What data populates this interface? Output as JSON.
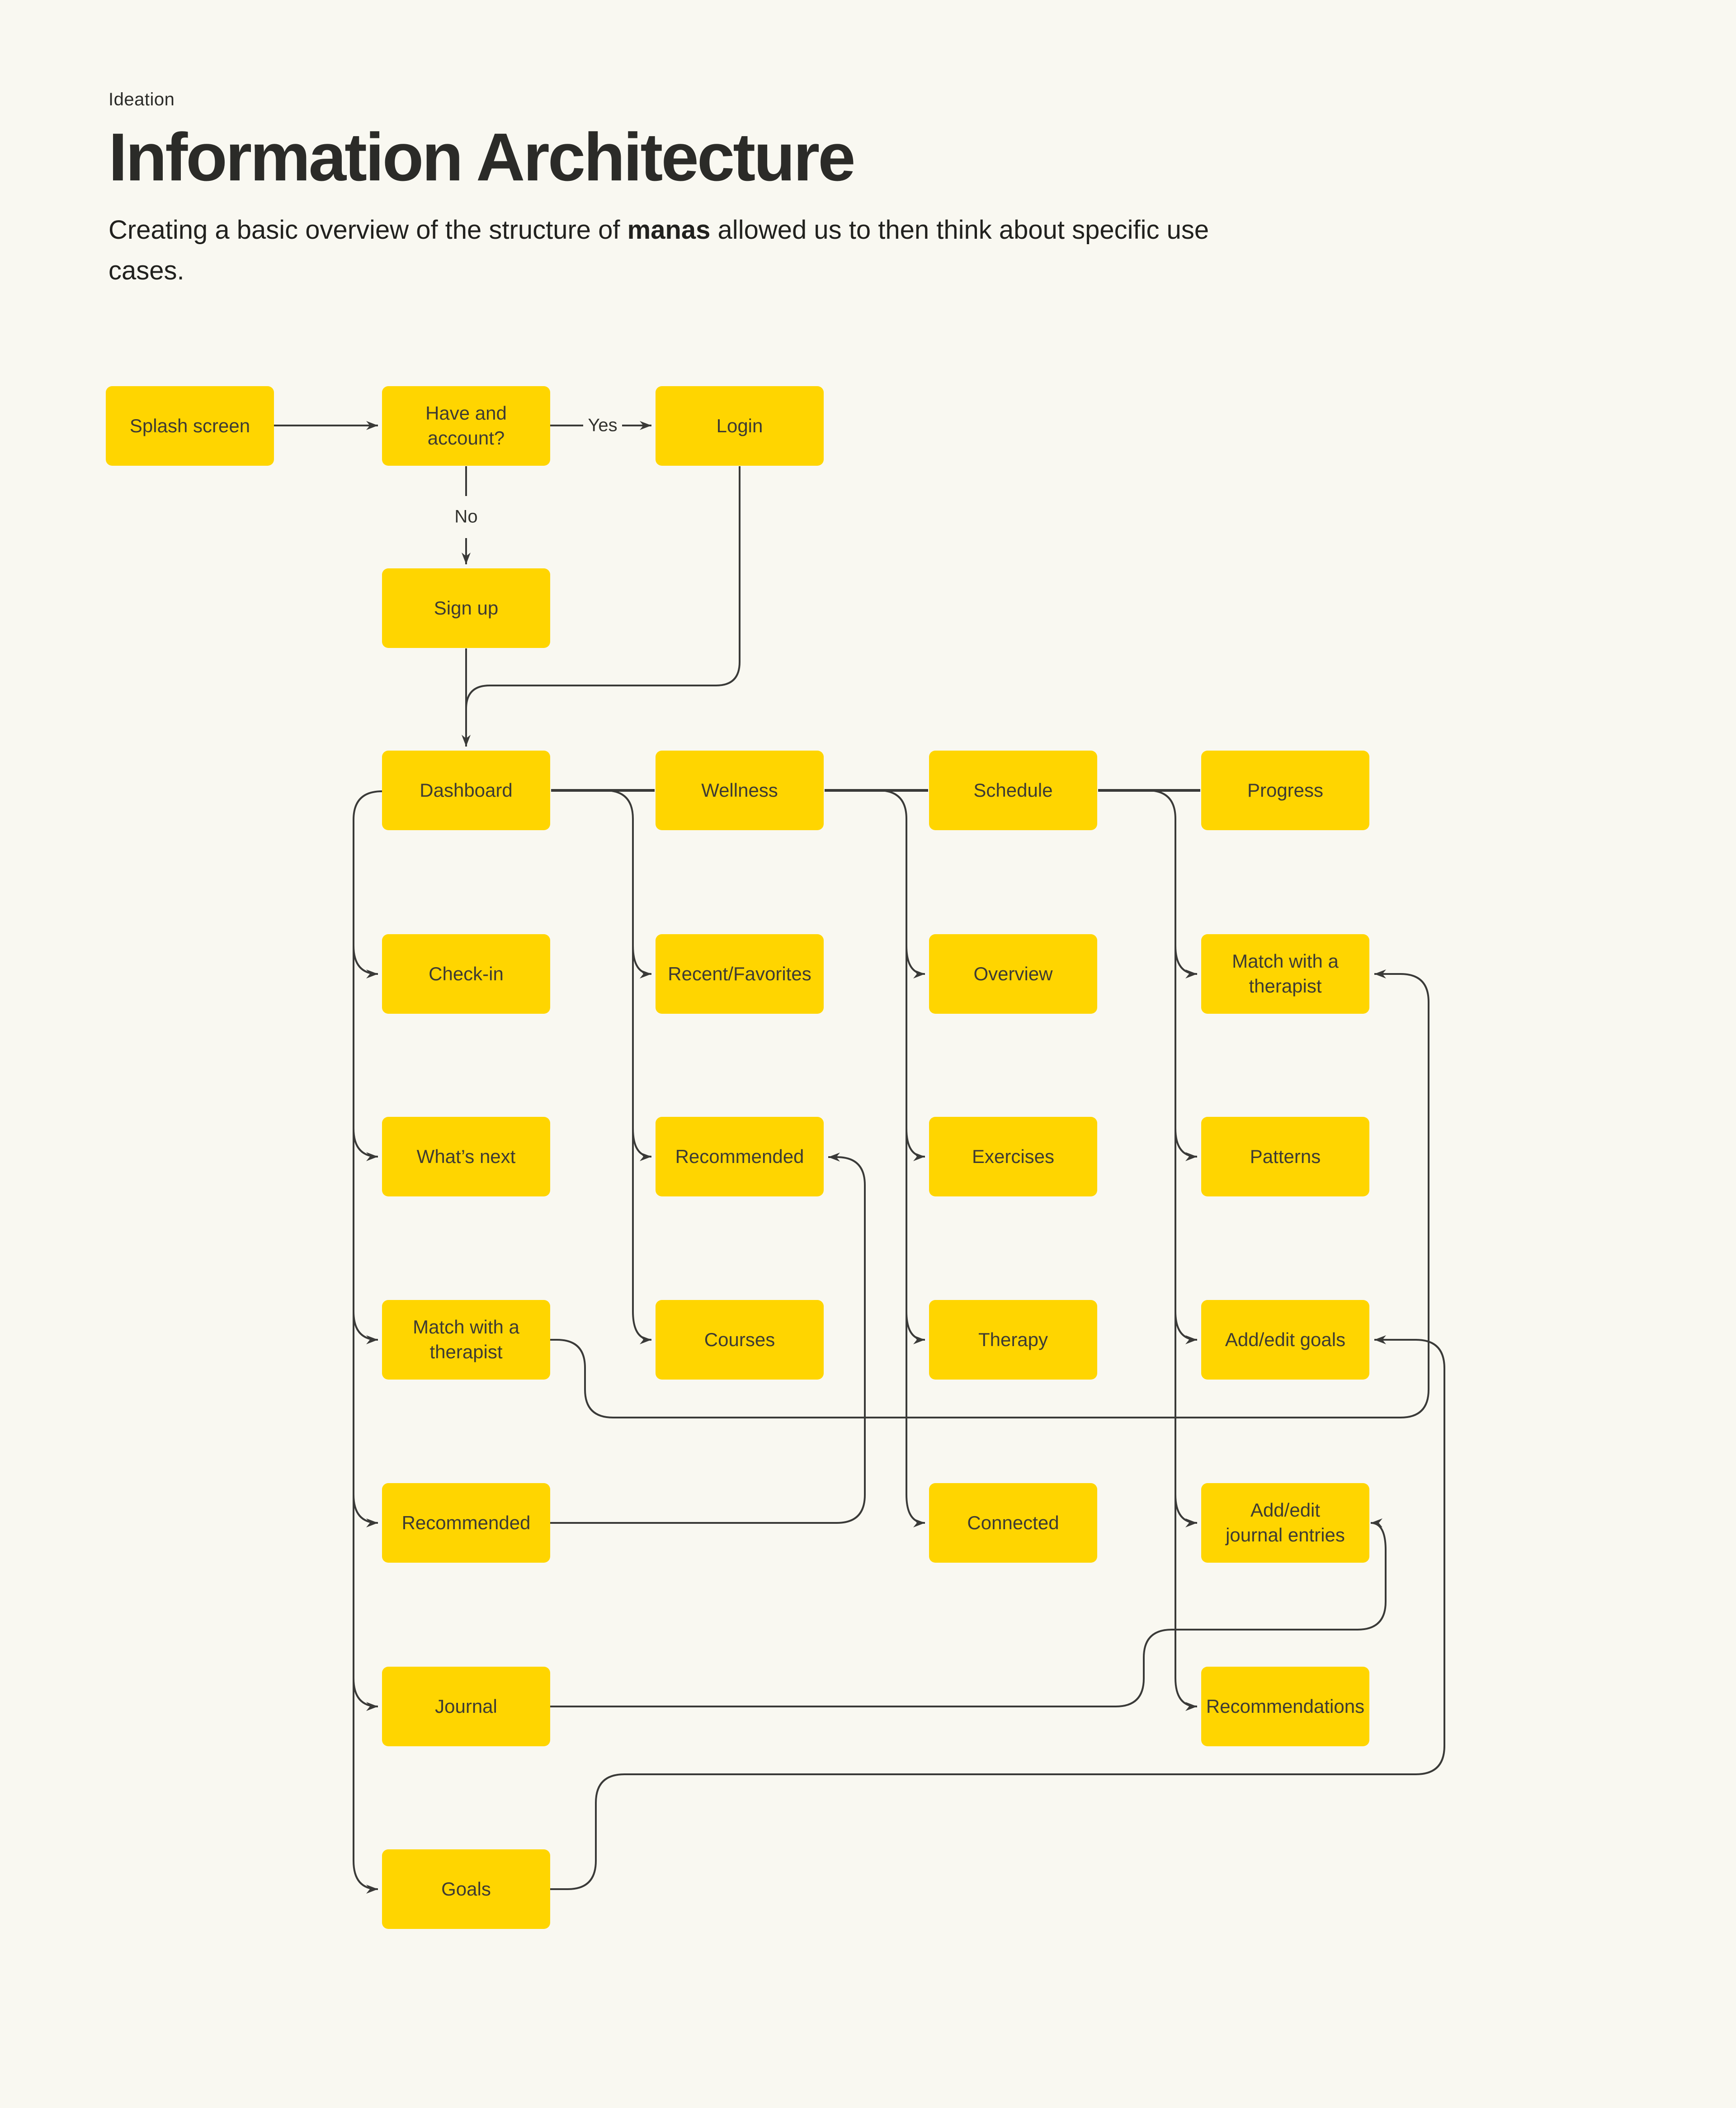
{
  "header": {
    "eyebrow": "Ideation",
    "title": "Information Architecture",
    "subtitle_prefix": "Creating a basic overview of the structure of ",
    "subtitle_brand": "manas",
    "subtitle_suffix": " allowed us to then think about specific use cases."
  },
  "edge_labels": {
    "yes": "Yes",
    "no": "No"
  },
  "nodes": {
    "splash": "Splash screen",
    "have_account": "Have and account?",
    "login": "Login",
    "signup": "Sign up",
    "dashboard": "Dashboard",
    "wellness": "Wellness",
    "schedule": "Schedule",
    "progress": "Progress",
    "checkin": "Check-in",
    "whats_next": "What’s next",
    "match_dash": "Match with a therapist",
    "recommended_dash": "Recommended",
    "journal": "Journal",
    "goals": "Goals",
    "recent_favorites": "Recent/Favorites",
    "recommended_wellness": "Recommended",
    "courses": "Courses",
    "overview": "Overview",
    "exercises": "Exercises",
    "therapy": "Therapy",
    "connected": "Connected",
    "match_progress": "Match with a therapist",
    "patterns": "Patterns",
    "add_edit_goals": "Add/edit goals",
    "add_edit_journal": "Add/edit journal entries",
    "recommendations": "Recommendations"
  },
  "colors": {
    "background": "#F9F8F1",
    "node_fill": "#FFD500",
    "node_text": "#3E3B33",
    "line": "#3A3A38",
    "heading_text": "#2B2B28"
  }
}
